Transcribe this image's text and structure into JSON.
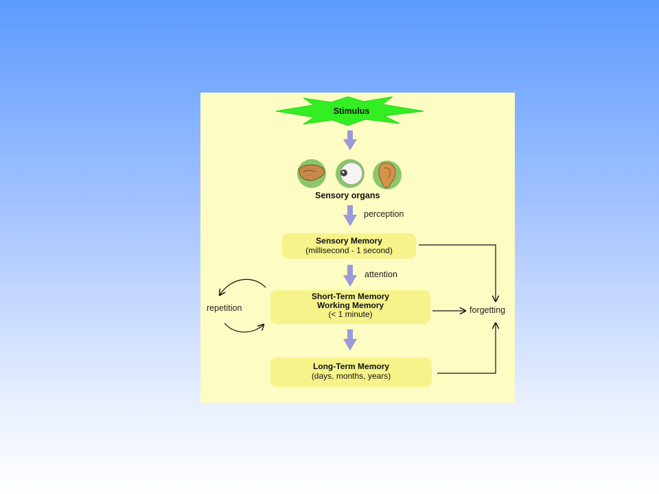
{
  "stimulus": "Stimulus",
  "sensory_organs": "Sensory organs",
  "perception": "perception",
  "sensory_memory": {
    "title": "Sensory Memory",
    "duration": "(millisecond - 1 second)"
  },
  "attention": "attention",
  "short_term_memory": {
    "title": "Short-Term Memory",
    "subtitle": "Working Memory",
    "duration": "(< 1 minute)"
  },
  "repetition": "repetition",
  "forgetting": "forgetting",
  "long_term_memory": {
    "title": "Long-Term Memory",
    "duration": "(days, months, years)"
  },
  "icons": [
    "hand-icon",
    "eye-icon",
    "ear-icon"
  ],
  "colors": {
    "stimulus_burst": "#33ee22",
    "box_fill": "#f6f38b",
    "panel_bg": "#fdfcc3",
    "arrow": "#9a9ad8"
  }
}
